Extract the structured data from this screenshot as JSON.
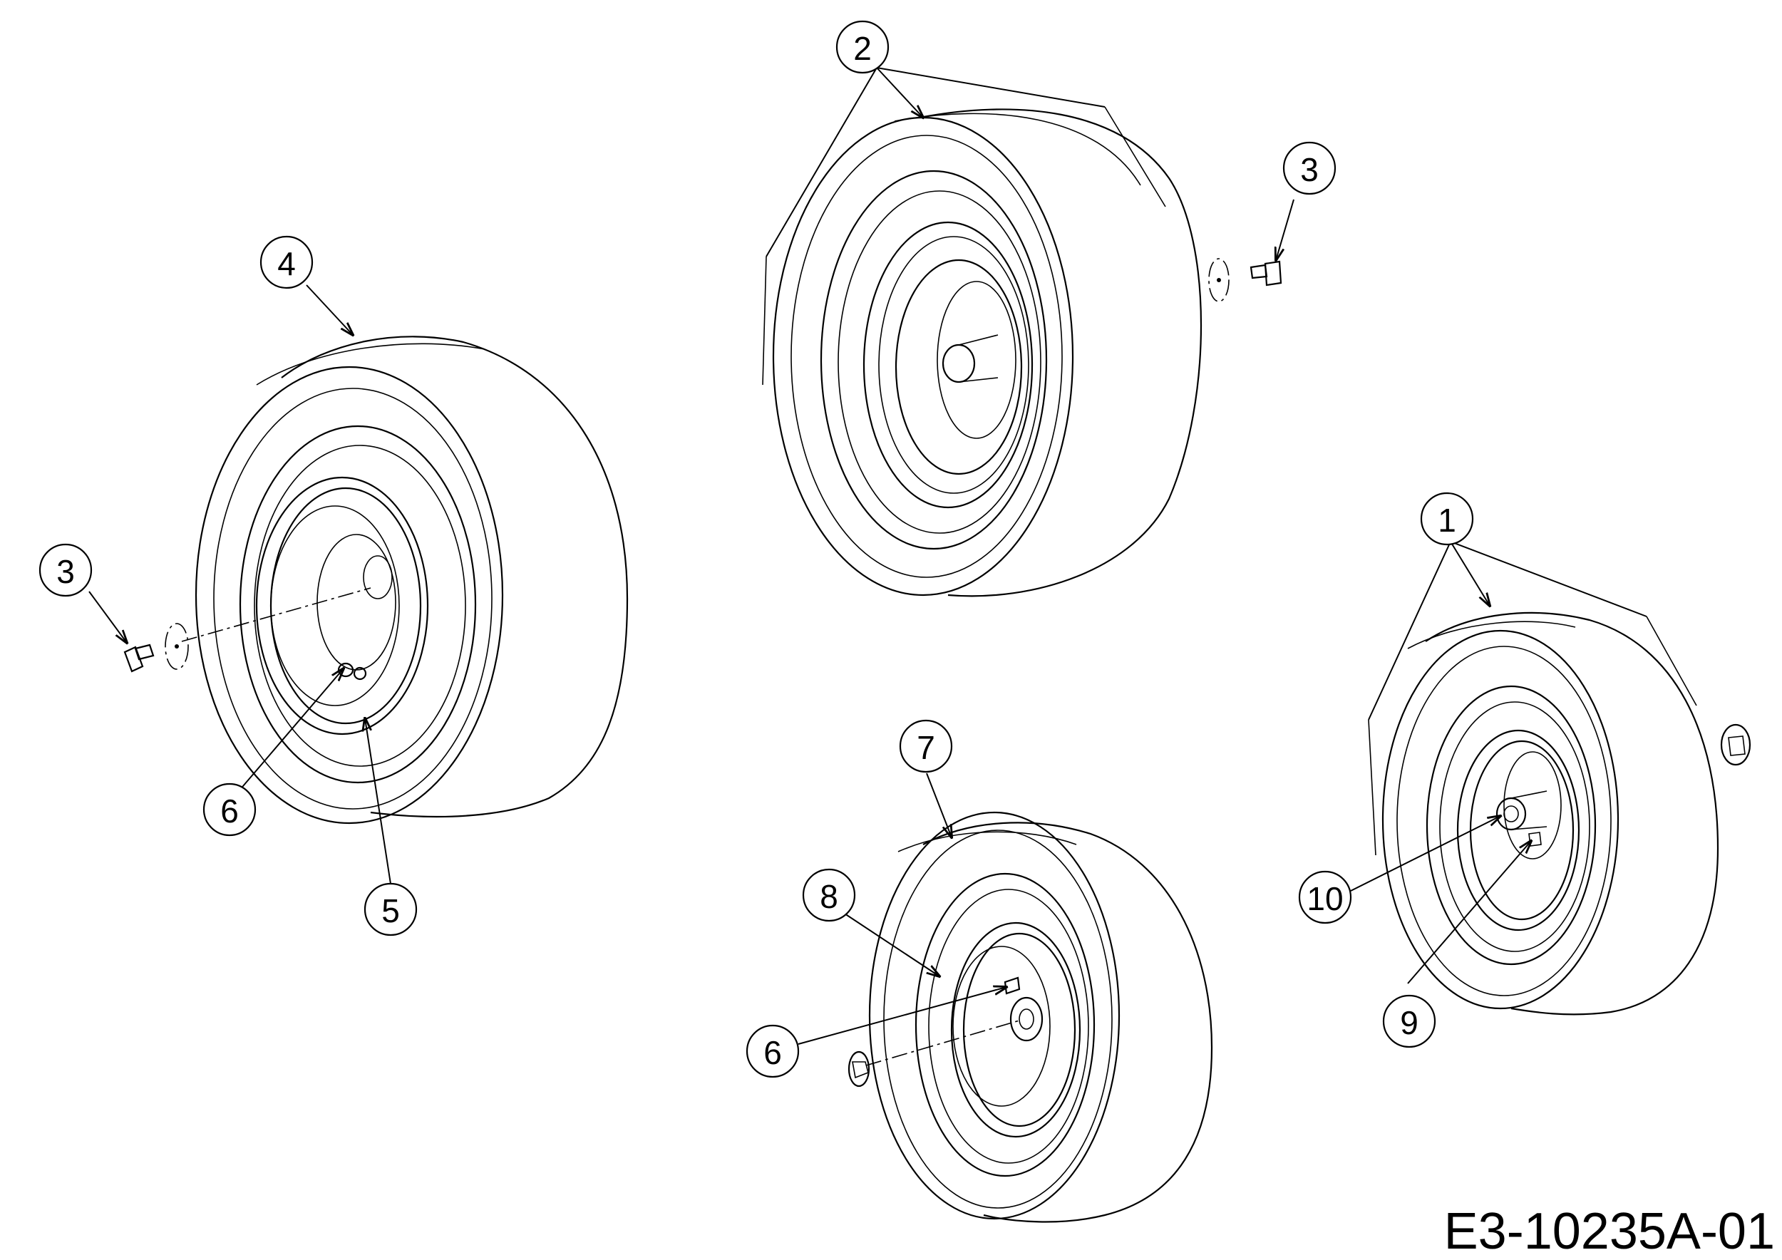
{
  "diagram": {
    "drawing_code": "E3-10235A-01",
    "callouts": [
      {
        "id": "c1",
        "label": "1"
      },
      {
        "id": "c2",
        "label": "2"
      },
      {
        "id": "c3a",
        "label": "3"
      },
      {
        "id": "c3b",
        "label": "3"
      },
      {
        "id": "c4",
        "label": "4"
      },
      {
        "id": "c5",
        "label": "5"
      },
      {
        "id": "c6a",
        "label": "6"
      },
      {
        "id": "c6b",
        "label": "6"
      },
      {
        "id": "c7",
        "label": "7"
      },
      {
        "id": "c8",
        "label": "8"
      },
      {
        "id": "c9",
        "label": "9"
      },
      {
        "id": "c10",
        "label": "10"
      }
    ]
  }
}
